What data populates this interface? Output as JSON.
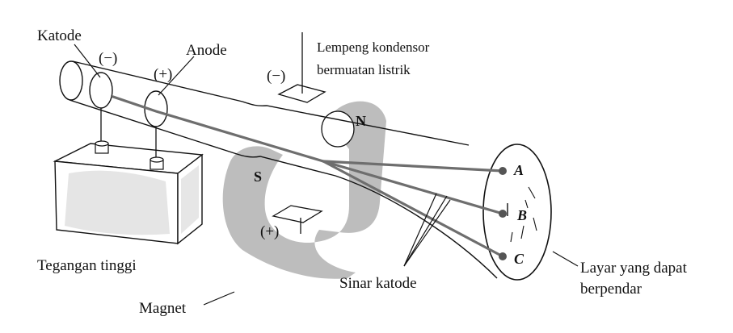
{
  "diagram": {
    "labels": {
      "katode": "Katode",
      "katode_sign": "(−)",
      "anode": "Anode",
      "anode_sign": "(+)",
      "plate_top_sign": "(−)",
      "plate_desc_line1": "Lempeng kondensor",
      "plate_desc_line2": "bermuatan listrik",
      "plate_bottom_sign": "(+)",
      "magnet_north": "N",
      "magnet_south": "S",
      "magnet": "Magnet",
      "high_voltage": "Tegangan tinggi",
      "cathode_rays": "Sinar katode",
      "screen_line1": "Layar yang dapat",
      "screen_line2": "berpendar",
      "point_a": "A",
      "point_b": "B",
      "point_c": "C"
    },
    "colors": {
      "ink": "#111111",
      "magnet_fill": "#bdbdbd",
      "battery_texture": "#cfcfcf",
      "ray": "#6e6e6e",
      "dot": "#555555"
    }
  }
}
